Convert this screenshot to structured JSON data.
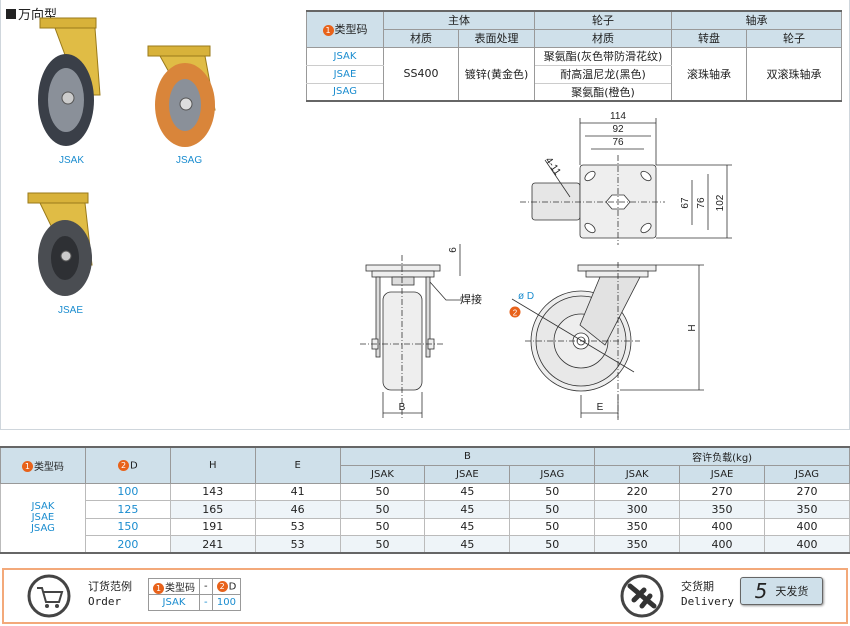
{
  "title": "万向型",
  "products": [
    {
      "code": "JSAK"
    },
    {
      "code": "JSAG"
    },
    {
      "code": "JSAE"
    }
  ],
  "spec_table": {
    "type_code": "类型码",
    "groups": {
      "body": "主体",
      "wheel": "轮子",
      "bearing": "轴承"
    },
    "sub": {
      "material": "材质",
      "surface": "表面处理",
      "wheel_material": "材质",
      "swivel": "转盘",
      "wheel_bearing": "轮子"
    },
    "rows": [
      {
        "code": "JSAK",
        "wheel_material": "聚氨酯(灰色带防滑花纹)"
      },
      {
        "code": "JSAE",
        "wheel_material": "耐高温尼龙(黑色)"
      },
      {
        "code": "JSAG",
        "wheel_material": "聚氨酯(橙色)"
      }
    ],
    "body_material": "SS400",
    "surface": "镀锌(黄金色)",
    "swivel_bearing": "滚珠轴承",
    "wheel_bearing": "双滚珠轴承"
  },
  "drawing": {
    "d114": "114",
    "d92": "92",
    "d76": "76",
    "holes": "4-11",
    "v67": "67",
    "v76": "76",
    "v102": "102",
    "plate": "6",
    "weld": "焊接",
    "phiD": "ø D",
    "B": "B",
    "E": "E",
    "H": "H",
    "badge2": "2"
  },
  "main_table": {
    "headers": {
      "type_code": "类型码",
      "D": "D",
      "H": "H",
      "E": "E",
      "B": "B",
      "load": "容许负载(kg)"
    },
    "sub": [
      "JSAK",
      "JSAE",
      "JSAG",
      "JSAK",
      "JSAE",
      "JSAG"
    ],
    "codes": [
      "JSAK",
      "JSAE",
      "JSAG"
    ],
    "rows": [
      {
        "D": "100",
        "H": "143",
        "E": "41",
        "B": [
          "50",
          "45",
          "50"
        ],
        "load": [
          "220",
          "270",
          "270"
        ]
      },
      {
        "D": "125",
        "H": "165",
        "E": "46",
        "B": [
          "50",
          "45",
          "50"
        ],
        "load": [
          "300",
          "350",
          "350"
        ]
      },
      {
        "D": "150",
        "H": "191",
        "E": "53",
        "B": [
          "50",
          "45",
          "50"
        ],
        "load": [
          "350",
          "400",
          "400"
        ]
      },
      {
        "D": "200",
        "H": "241",
        "E": "53",
        "B": [
          "50",
          "45",
          "50"
        ],
        "load": [
          "350",
          "400",
          "400"
        ]
      }
    ]
  },
  "order": {
    "label_cn": "订货范例",
    "label_en": "Order",
    "h1": "类型码",
    "dash": "-",
    "h2": "D",
    "v1": "JSAK",
    "v2": "100"
  },
  "delivery": {
    "label_cn": "交货期",
    "label_en": "Delivery",
    "days": "5",
    "unit": "天发货"
  },
  "badges": {
    "one": "1",
    "two": "2"
  }
}
